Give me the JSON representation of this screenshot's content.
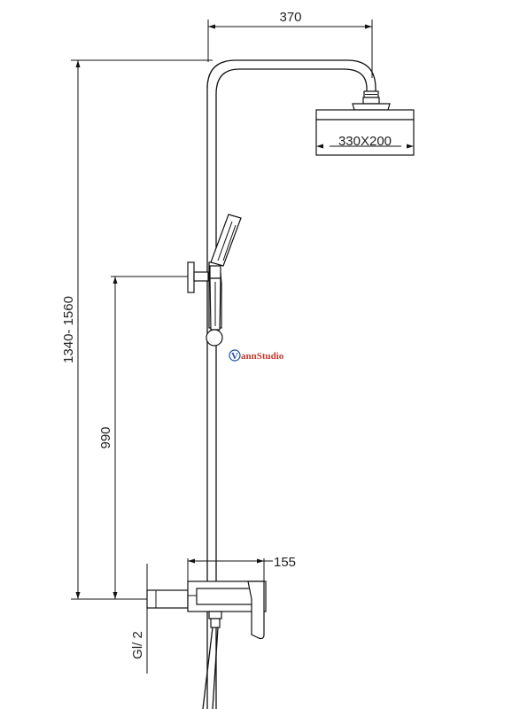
{
  "drawing": {
    "dimensions": {
      "arm_length": "370",
      "head_size": "330X200",
      "total_height": "1340- 1560",
      "bracket_height": "990",
      "mixer_depth": "155",
      "inlet_thread": "Gl/ 2"
    },
    "watermark": {
      "text": "annStudio",
      "logo_letter": "V"
    },
    "colors": {
      "line": "#111111",
      "watermark": "#c0392b",
      "watermark_logo": "#1f4e9c"
    }
  }
}
